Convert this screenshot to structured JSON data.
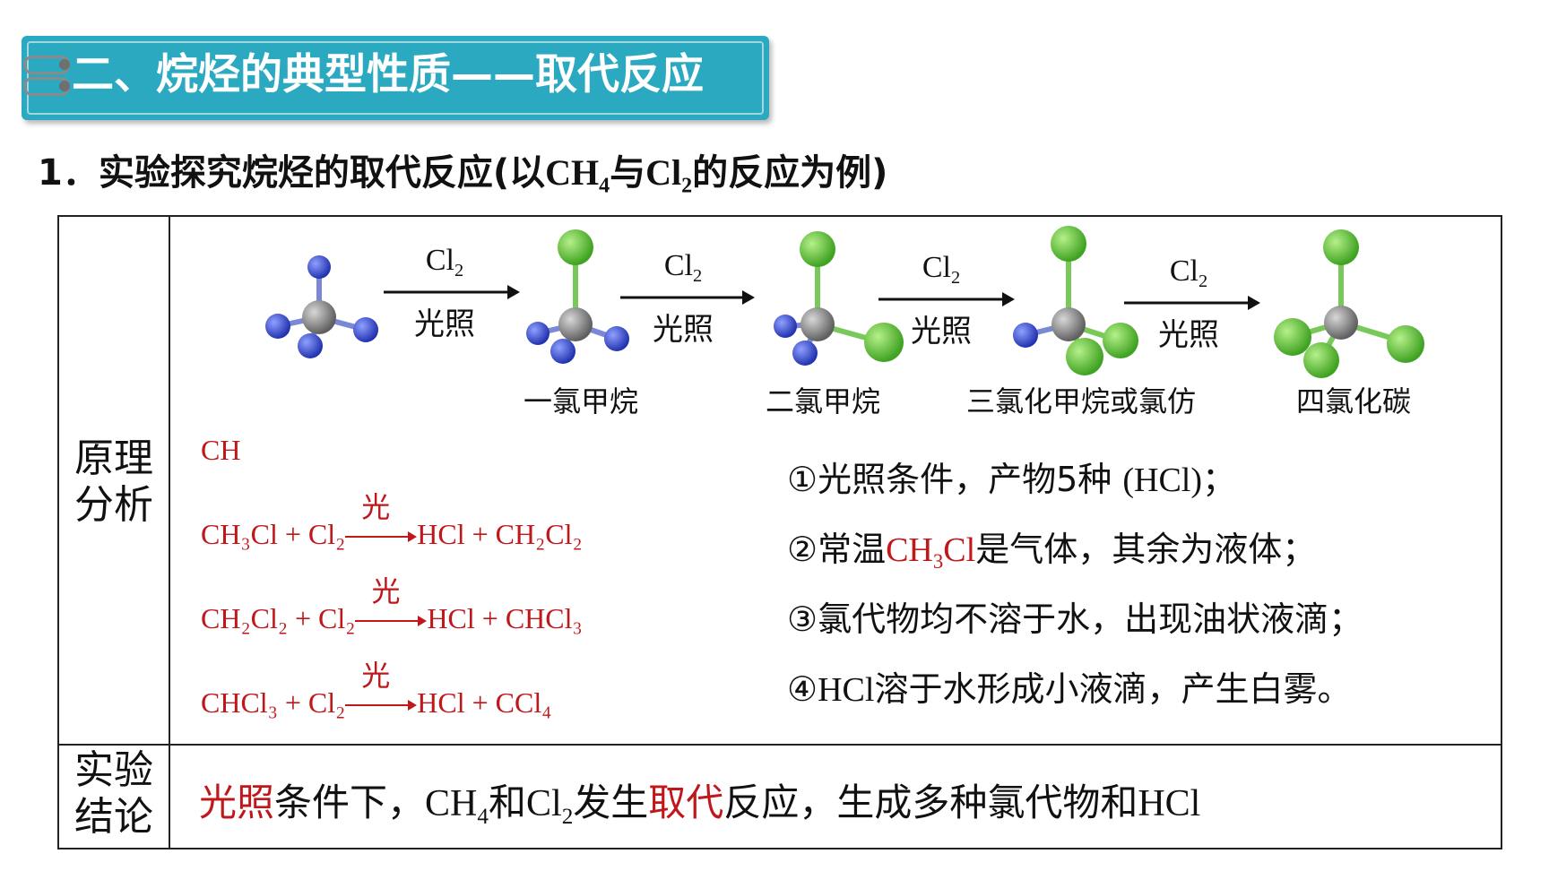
{
  "banner": {
    "title": "二、烷烃的典型性质——取代反应"
  },
  "subheading": {
    "prefix": "1．实验探究烷烃的取代反应(以",
    "ch": "CH",
    "ch_sub": "4",
    "mid": "与",
    "cl": "Cl",
    "cl_sub": "2",
    "suffix": "的反应为例)"
  },
  "table": {
    "row1_label_line1": "原理",
    "row1_label_line2": "分析",
    "row2_label_line1": "实验",
    "row2_label_line2": "结论"
  },
  "arrows": [
    {
      "reagent": "Cl",
      "reagent_sub": "2",
      "condition": "光照"
    },
    {
      "reagent": "Cl",
      "reagent_sub": "2",
      "condition": "光照"
    },
    {
      "reagent": "Cl",
      "reagent_sub": "2",
      "condition": "光照"
    },
    {
      "reagent": "Cl",
      "reagent_sub": "2",
      "condition": "光照"
    }
  ],
  "molecule_names": [
    "一氯甲烷",
    "二氯甲烷",
    "三氯化甲烷或氯仿",
    "四氯化碳"
  ],
  "colors": {
    "banner": "#2aa9c0",
    "hydrogen": "#3a4fd1",
    "chlorine": "#59c83a",
    "carbon": "#8c8c8c",
    "highlight_red": "#c0171b"
  },
  "equations": [
    {
      "text": "CH"
    },
    {
      "left": "CH₃Cl + Cl₂",
      "condition": "光",
      "right": "HCl + CH₂Cl₂"
    },
    {
      "left": "CH₂Cl₂ + Cl₂",
      "condition": "光",
      "right": "HCl + CHCl₃"
    },
    {
      "left": "CHCl₃ + Cl₂",
      "condition": "光",
      "right": "HCl + CCl₄"
    }
  ],
  "notes": {
    "n1_a": "①光照条件，产物5种",
    "n1_b": "(HCl)",
    "n1_c": "；",
    "n2_a": "②常温",
    "n2_red": "CH",
    "n2_red_sub": "3",
    "n2_red_b": "Cl",
    "n2_b": "是气体，其余为液体；",
    "n3": "③氯代物均不溶于水，出现油状液滴；",
    "n4_a": "④",
    "n4_b": "HCl",
    "n4_c": "溶于水形成小液滴，产生白雾。"
  },
  "conclusion": {
    "red1": "光照",
    "t1": "条件下，",
    "ch": "CH",
    "ch_sub": "4",
    "t2": "和",
    "cl": "Cl",
    "cl_sub": "2",
    "t3": "发生",
    "red2": "取代",
    "t4": "反应，生成多种氯代物和",
    "hcl": "HCl"
  }
}
